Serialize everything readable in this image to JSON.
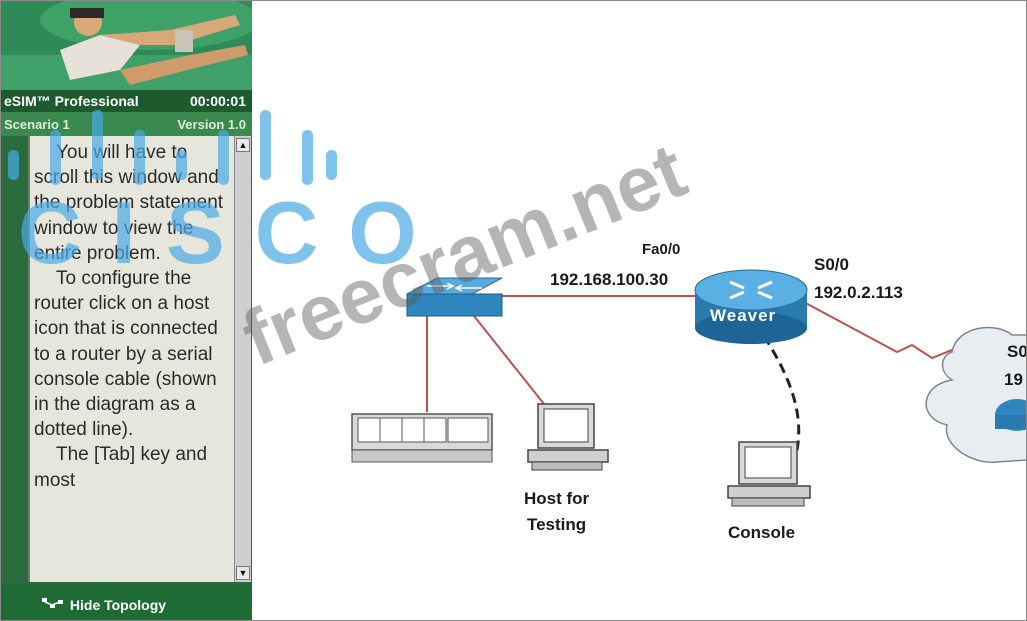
{
  "sidebar": {
    "app_title": "eSIM™ Professional",
    "timer": "00:00:01",
    "scenario": "Scenario 1",
    "version": "Version 1.0",
    "problem_paragraphs": [
      "You will have to scroll this window and the problem statement window to view the entire problem.",
      "To configure the router click on a host icon that is connected to a router by a serial console cable (shown in the diagram as a dotted line).",
      "The [Tab] key and most"
    ],
    "hide_topology_label": "Hide Topology",
    "scroll_up_icon": "scroll-up-arrow-icon",
    "scroll_down_icon": "scroll-down-arrow-icon"
  },
  "topology": {
    "router_name": "Weaver",
    "fa00_label": "Fa0/0",
    "fa00_ip": "192.168.100.30",
    "s00_label": "S0/0",
    "s00_ip": "192.0.2.113",
    "cloud_interface_partial": "S0",
    "cloud_ip_partial": "19",
    "host_label_line1": "Host for",
    "host_label_line2": "Testing",
    "console_label": "Console"
  },
  "watermarks": {
    "freecram": "freecram.net",
    "cisco": "CISCO"
  },
  "colors": {
    "panel_green": "#2a6b3d",
    "router_blue": "#2f86bf",
    "link_red": "#c0504d",
    "cisco_blue": "#48aae6"
  }
}
